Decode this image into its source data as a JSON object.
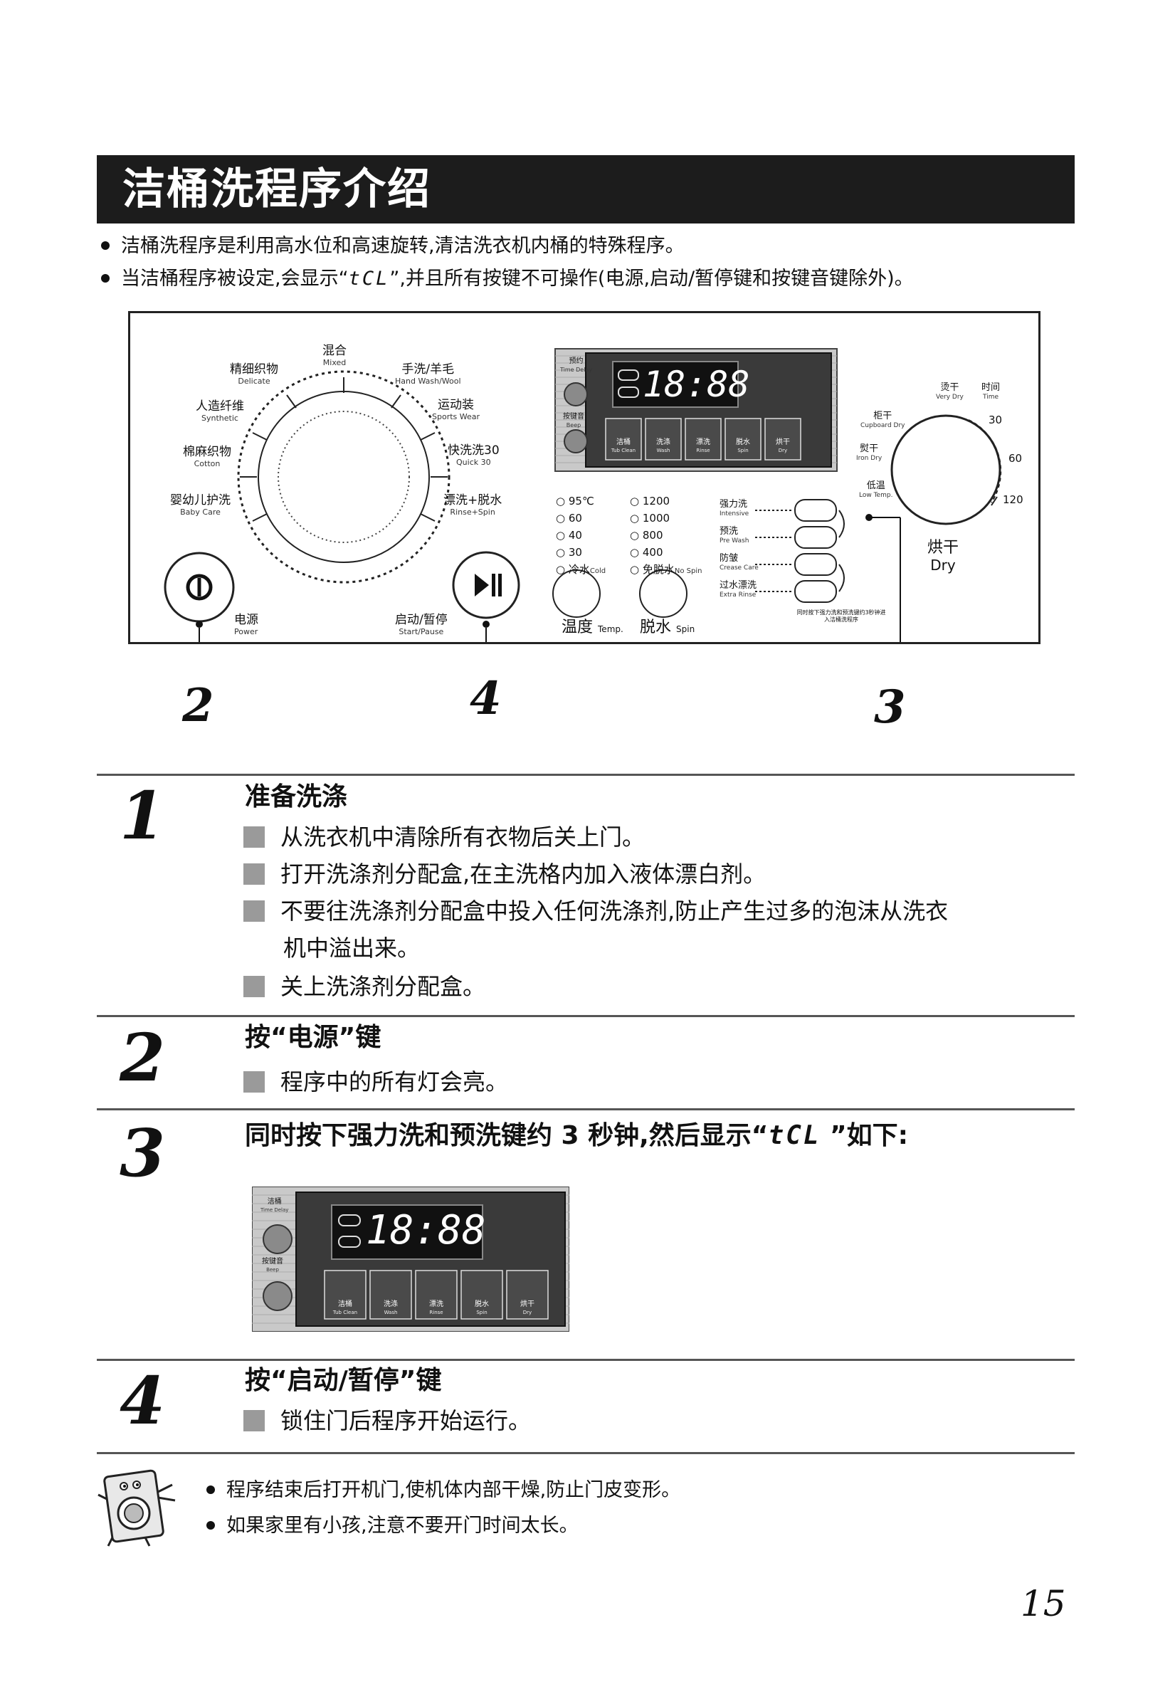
{
  "title": "洁桶洗程序介绍",
  "intro": [
    "洁桶洗程序是利用高水位和高速旋转,清洁洗衣机内桶的特殊程序。",
    {
      "before": "当洁桶程序被设定,会显示“",
      "code": "tCL",
      "after": "”,并且所有按键不可操作(电源,启动/暂停键和按键音键除外)。"
    }
  ],
  "panel": {
    "programs": [
      {
        "zh": "混合",
        "en": "Mixed"
      },
      {
        "zh": "手洗/羊毛",
        "en": "Hand Wash/Wool"
      },
      {
        "zh": "运动装",
        "en": "Sports Wear"
      },
      {
        "zh": "快洗洗30",
        "en": "Quick 30"
      },
      {
        "zh": "漂洗+脱水",
        "en": "Rinse+Spin"
      },
      {
        "zh": "精细织物",
        "en": "Delicate"
      },
      {
        "zh": "人造纤维",
        "en": "Synthetic"
      },
      {
        "zh": "棉麻织物",
        "en": "Cotton"
      },
      {
        "zh": "婴幼儿护洗",
        "en": "Baby Care"
      }
    ],
    "power": {
      "zh": "电源",
      "en": "Power"
    },
    "start": {
      "zh": "启动/暂停",
      "en": "Start/Pause"
    },
    "display_time": "18:88",
    "side_buttons": [
      {
        "zh": "预约",
        "en": "Time Delay"
      },
      {
        "zh": "按键音",
        "en": "Beep"
      }
    ],
    "func_buttons": [
      {
        "zh": "洁桶",
        "en": "Tub Clean"
      },
      {
        "zh": "洗涤",
        "en": "Wash"
      },
      {
        "zh": "漂洗",
        "en": "Rinse"
      },
      {
        "zh": "脱水",
        "en": "Spin"
      },
      {
        "zh": "烘干",
        "en": "Dry"
      }
    ],
    "temps": [
      "95℃",
      "60",
      "40",
      "30",
      "冷水"
    ],
    "temp_cold_en": "Cold",
    "spins": [
      "1200",
      "1000",
      "800",
      "400",
      "免脱水"
    ],
    "spin_none_en": "No Spin",
    "temp_knob": {
      "zh": "温度",
      "en": "Temp."
    },
    "spin_knob": {
      "zh": "脱水",
      "en": "Spin"
    },
    "options": [
      {
        "zh": "强力洗",
        "en": "Intensive"
      },
      {
        "zh": "预洗",
        "en": "Pre Wash"
      },
      {
        "zh": "防皱",
        "en": "Crease Care"
      },
      {
        "zh": "过水漂洗",
        "en": "Extra Rinse"
      }
    ],
    "option_note": "同时按下强力洗和预洗键约3秒钟进入洁桶洗程序",
    "dry_labels": [
      {
        "zh": "烫干",
        "en": "Very Dry"
      },
      {
        "zh": "时间",
        "en": "Time"
      },
      {
        "zh": "柜干",
        "en": "Cupboard Dry"
      },
      {
        "zh": "熨干",
        "en": "Iron Dry"
      },
      {
        "zh": "低温",
        "en": "Low Temp."
      }
    ],
    "dry_times": [
      "30",
      "60",
      "120"
    ],
    "dry_knob": {
      "zh": "烘干",
      "en": "Dry"
    }
  },
  "callouts": [
    "2",
    "4",
    "3"
  ],
  "steps": [
    {
      "num": "1",
      "title": "准备洗涤",
      "items": [
        "从洗衣机中清除所有衣物后关上门。",
        "打开洗涤剂分配盒,在主洗格内加入液体漂白剂。",
        "不要往洗涤剂分配盒中投入任何洗涤剂,防止产生过多的泡沫从洗衣",
        "机中溢出来。",
        "关上洗涤剂分配盒。"
      ]
    },
    {
      "num": "2",
      "title": "按“电源”键",
      "items": [
        "程序中的所有灯会亮。"
      ]
    },
    {
      "num": "3",
      "title_before": "同时按下强力洗和预洗键约 3 秒钟,然后显示“",
      "title_code": "tCL",
      "title_after": " ”如下:"
    },
    {
      "num": "4",
      "title": "按“启动/暂停”键",
      "items": [
        "锁住门后程序开始运行。"
      ]
    }
  ],
  "small_display": {
    "time": "18:88",
    "side_buttons": [
      {
        "zh": "洁桶",
        "en": "Time Delay"
      },
      {
        "zh": "按键音",
        "en": "Beep"
      }
    ],
    "func_buttons": [
      {
        "zh": "洁桶",
        "en": "Tub Clean"
      },
      {
        "zh": "洗涤",
        "en": "Wash"
      },
      {
        "zh": "漂洗",
        "en": "Rinse"
      },
      {
        "zh": "脱水",
        "en": "Spin"
      },
      {
        "zh": "烘干",
        "en": "Dry"
      }
    ]
  },
  "notes": [
    "程序结束后打开机门,使机体内部干燥,防止门皮变形。",
    "如果家里有小孩,注意不要开门时间太长。"
  ],
  "page_number": "15"
}
